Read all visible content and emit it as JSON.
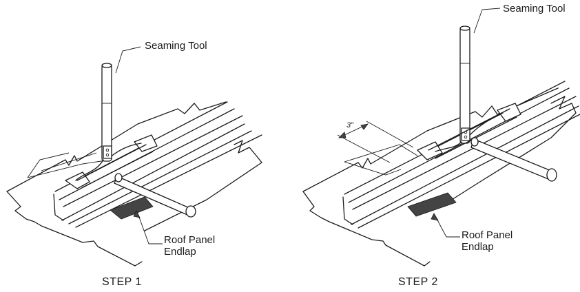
{
  "figure": {
    "step1": {
      "tool_label": "Seaming Tool",
      "endlap_label_line1": "Roof Panel",
      "endlap_label_line2": "Endlap",
      "caption": "STEP 1"
    },
    "step2": {
      "tool_label": "Seaming Tool",
      "dimension_label": "3\"",
      "endlap_label_line1": "Roof Panel",
      "endlap_label_line2": "Endlap",
      "caption": "STEP 2"
    }
  }
}
